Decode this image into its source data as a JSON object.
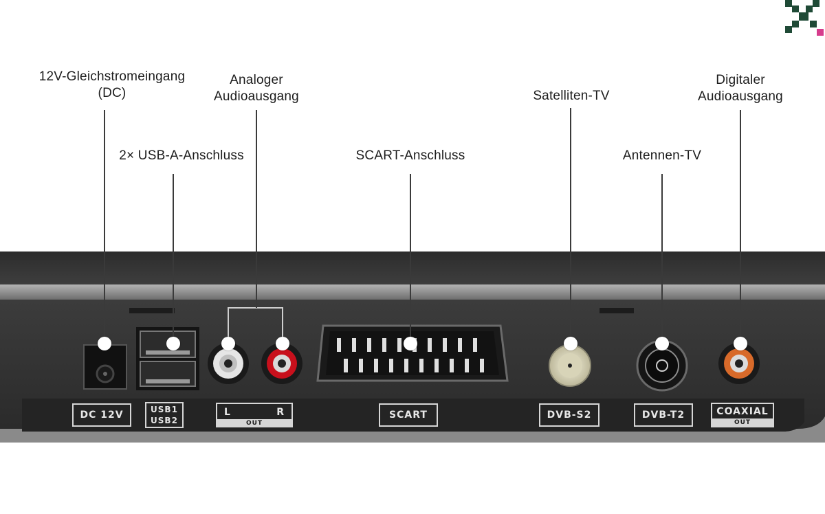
{
  "callouts": {
    "dc": {
      "line1": "12V-Gleichstromeingang",
      "line2": "(DC)"
    },
    "audio_analog": {
      "line1": "Analoger",
      "line2": "Audioausgang"
    },
    "usb": {
      "text": "2× USB-A-Anschluss"
    },
    "scart": {
      "text": "SCART-Anschluss"
    },
    "satellite": {
      "text": "Satelliten-TV"
    },
    "antenna": {
      "text": "Antennen-TV"
    },
    "audio_digital": {
      "line1": "Digitaler",
      "line2": "Audioausgang"
    }
  },
  "panel_labels": {
    "dc": "DC 12V",
    "usb1": "USB1",
    "usb2": "USB2",
    "audio_l": "L",
    "audio_r": "R",
    "audio_out": "OUT",
    "scart": "SCART",
    "dvbs2": "DVB-S2",
    "dvbt2": "DVB-T2",
    "coaxial": "COAXIAL",
    "coaxial_out": "OUT"
  },
  "colors": {
    "device_body": "#3a3a3a",
    "device_trim": "#9a9a9a",
    "rca_red": "#c8101c",
    "rca_white": "#e6e6e6",
    "coax_orange": "#d86a2a",
    "logo_green": "#1f4a36",
    "logo_pink": "#d63c8c"
  },
  "icons": {
    "logo": "pixel-cross-logo-icon"
  }
}
